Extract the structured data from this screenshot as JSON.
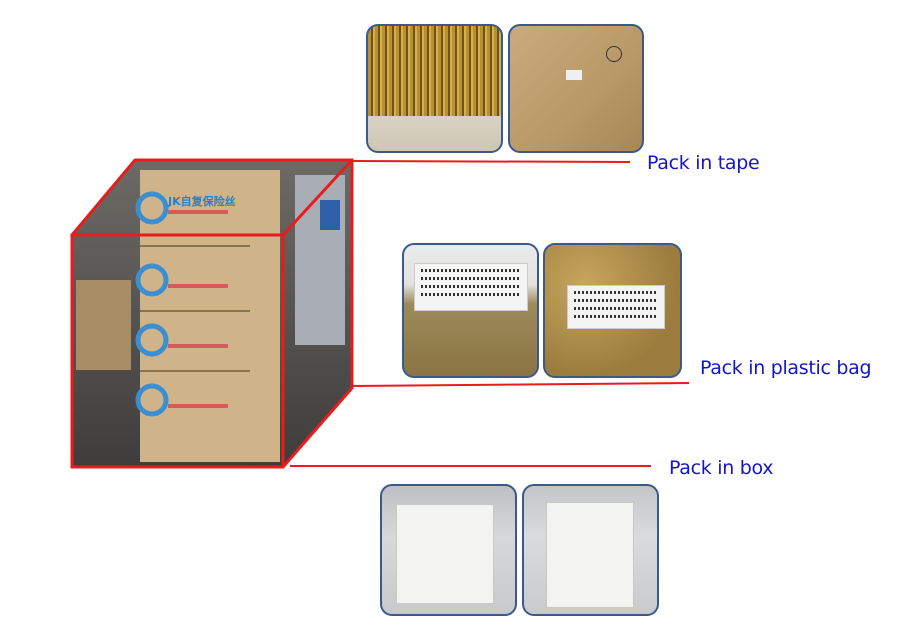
{
  "labels": {
    "tape": "Pack in tape",
    "plastic_bag": "Pack in plastic bag",
    "box": "Pack in box"
  },
  "carton_logo_text": "JK自复保险丝",
  "colors": {
    "label_text": "#1414c8",
    "connector_lines": "#e81c1c",
    "photo_frame": "#3a5a8c"
  }
}
